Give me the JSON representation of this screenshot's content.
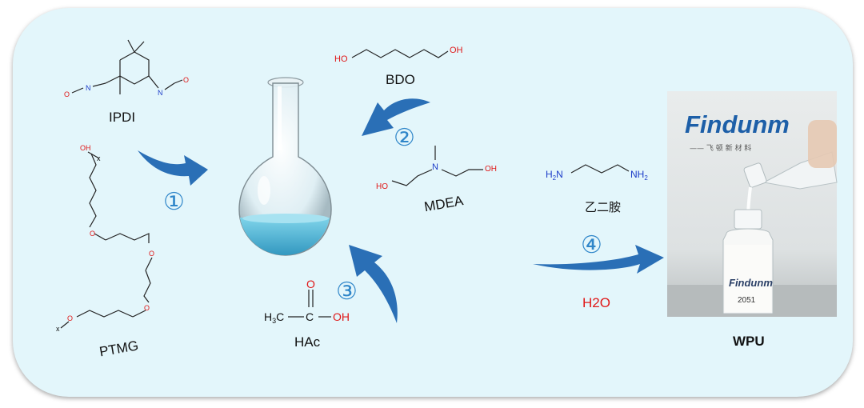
{
  "reagents": {
    "ipdi": "IPDI",
    "ptmg": "PTMG",
    "bdo": "BDO",
    "mdea": "MDEA",
    "hac": "HAc",
    "ethylenediamine": "乙二胺",
    "water": "H2O",
    "product": "WPU"
  },
  "atoms": {
    "o": "O",
    "n": "N",
    "oh": "OH",
    "ho": "HO",
    "h3c": "H",
    "three": "3",
    "c": "C",
    "h2n": "H",
    "two": "2",
    "nh2": "NH",
    "x": "x"
  },
  "steps": [
    "①",
    "②",
    "③",
    "④"
  ],
  "photo": {
    "brand": "Findunm",
    "brand_sub": "—— 飞 顿 新 材 料",
    "bottle_brand": "Findunm",
    "bottle_code": "2051"
  },
  "colors": {
    "panel": "#e3f6fb",
    "arrow": "#2a6fb6",
    "step_number": "#2f86c9",
    "heteroatom": "#e01818",
    "nitrogen": "#1c3cc8"
  }
}
